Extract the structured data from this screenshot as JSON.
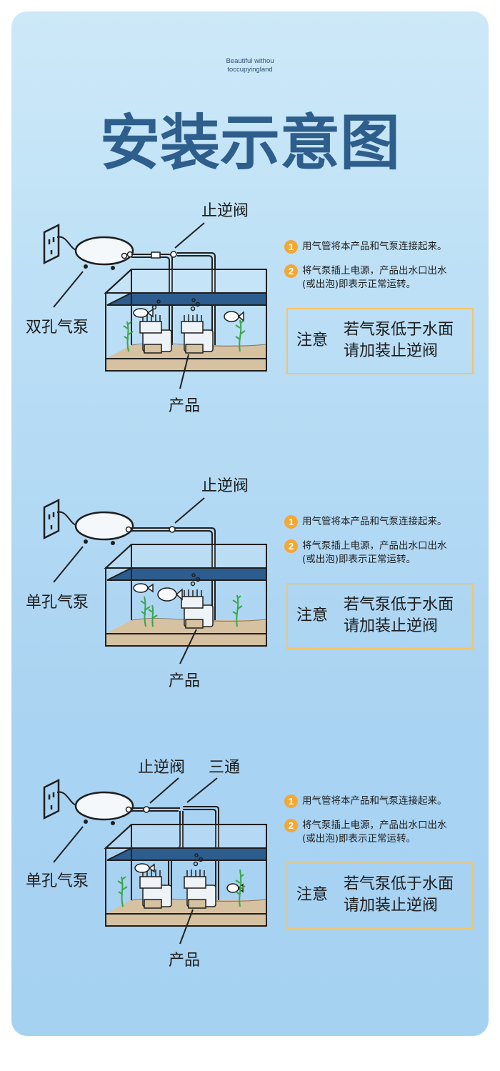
{
  "header": {
    "tagline_line1": "Beautiful withou",
    "tagline_line2": "toccupyingland",
    "title": "安装示意图"
  },
  "sections": [
    {
      "valve_label": "止逆阀",
      "pump_label": "双孔气泵",
      "product_label": "产品",
      "steps": [
        {
          "num": "1",
          "text": "用气管将本产品和气泵连接起来。"
        },
        {
          "num": "2",
          "text_line1": "将气泵插上电源，产品出水口出水",
          "text_line2": "(或出泡)即表示正常运转。"
        }
      ],
      "note_label": "注意",
      "note_line1": "若气泵低于水面",
      "note_line2": "请加装止逆阀"
    },
    {
      "valve_label": "止逆阀",
      "pump_label": "单孔气泵",
      "product_label": "产品",
      "steps": [
        {
          "num": "1",
          "text": "用气管将本产品和气泵连接起来。"
        },
        {
          "num": "2",
          "text_line1": "将气泵插上电源，产品出水口出水",
          "text_line2": "(或出泡)即表示正常运转。"
        }
      ],
      "note_label": "注意",
      "note_line1": "若气泵低于水面",
      "note_line2": "请加装止逆阀"
    },
    {
      "valve_label": "止逆阀",
      "tee_label": "三通",
      "pump_label": "单孔气泵",
      "product_label": "产品",
      "steps": [
        {
          "num": "1",
          "text": "用气管将本产品和气泵连接起来。"
        },
        {
          "num": "2",
          "text_line1": "将气泵插上电源，产品出水口出水",
          "text_line2": "(或出泡)即表示正常运转。"
        }
      ],
      "note_label": "注意",
      "note_line1": "若气泵低于水面",
      "note_line2": "请加装止逆阀"
    }
  ],
  "colors": {
    "accent_orange": "#f3a833",
    "note_border": "#f3c46a",
    "title_blue": "#2d5e8c",
    "water_blue": "#2c5d8e",
    "sand": "#d6c1a0"
  }
}
